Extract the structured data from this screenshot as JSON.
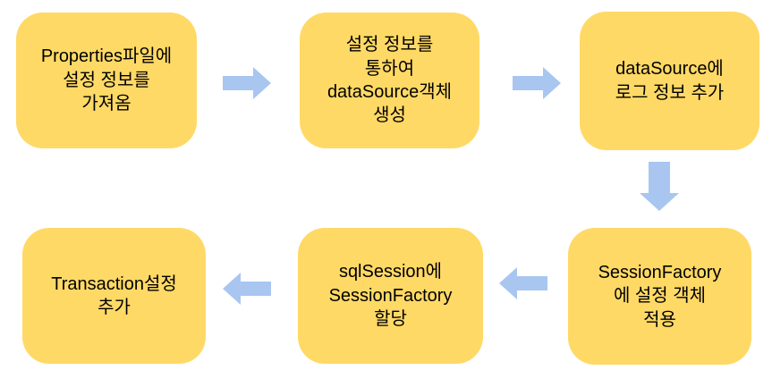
{
  "colors": {
    "background": "#ffffff",
    "box_fill": "#FFD966",
    "arrow_fill": "#A8C6F0",
    "text": "#000000"
  },
  "flow": {
    "type": "flowchart",
    "nodes": [
      {
        "id": "load-properties",
        "label": "Properties파일에\n설정 정보를\n가져옴"
      },
      {
        "id": "create-datasource",
        "label": "설정 정보를\n통하여\ndataSource객체\n생성"
      },
      {
        "id": "add-log-info",
        "label": "dataSource에\n로그 정보 추가"
      },
      {
        "id": "apply-config-object",
        "label": "SessionFactory\n에 설정 객체\n적용"
      },
      {
        "id": "assign-sessionfactory",
        "label": "sqlSession에\nSessionFactory\n할당"
      },
      {
        "id": "add-transaction",
        "label": "Transaction설정\n추가"
      }
    ],
    "arrows": [
      {
        "from": "load-properties",
        "to": "create-datasource",
        "direction": "right"
      },
      {
        "from": "create-datasource",
        "to": "add-log-info",
        "direction": "right"
      },
      {
        "from": "add-log-info",
        "to": "apply-config-object",
        "direction": "down"
      },
      {
        "from": "apply-config-object",
        "to": "assign-sessionfactory",
        "direction": "left"
      },
      {
        "from": "assign-sessionfactory",
        "to": "add-transaction",
        "direction": "left"
      }
    ]
  }
}
